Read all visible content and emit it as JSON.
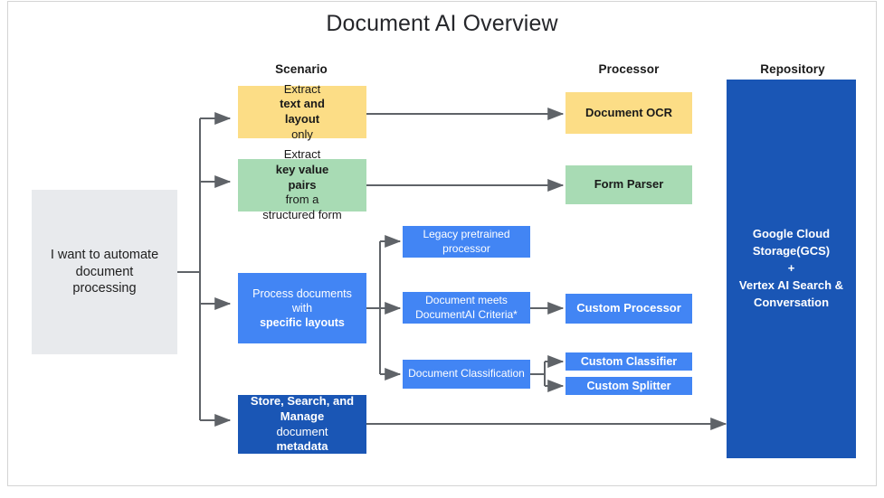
{
  "diagram": {
    "title": "Document AI Overview",
    "type": "flowchart",
    "columns": [
      {
        "key": "scenario",
        "label": "Scenario"
      },
      {
        "key": "processor",
        "label": "Processor"
      },
      {
        "key": "repository",
        "label": "Repository"
      }
    ],
    "colors": {
      "gray": "#e8eaed",
      "yellow": "#fcdd86",
      "green": "#a8dbb4",
      "blue": "#4285f4",
      "dark_blue": "#1a56b5",
      "connector": "#5f6368",
      "frame_border": "#d4d4d4",
      "title_text": "#26272b"
    },
    "nodes": {
      "goal": {
        "lines": [
          "I want to automate",
          "document",
          "processing"
        ]
      },
      "scenario_text_layout": {
        "line1_plain": "Extract ",
        "line1_bold": "text and",
        "line2_bold": "layout",
        "line2_plain": " only"
      },
      "scenario_key_value": {
        "line1_plain": "Extract ",
        "line1_bold": "key value",
        "line2_bold": "pairs",
        "line2_plain": " from a",
        "line3": "structured form"
      },
      "scenario_specific_layouts": {
        "line1": "Process documents",
        "line2_plain": "with ",
        "line2_bold": "specific layouts"
      },
      "scenario_store_search": {
        "line1": "Store, Search, and",
        "line2_bold": "Manage",
        "line2_plain": " document",
        "line3": "metadata"
      },
      "processor_document_ocr": {
        "label": "Document OCR"
      },
      "processor_form_parser": {
        "label": "Form Parser"
      },
      "legacy_pretrained": {
        "line1": "Legacy pretrained",
        "line2": "processor"
      },
      "document_meets_criteria": {
        "line1": "Document meets",
        "line2": "DocumentAI Criteria*"
      },
      "document_classification": {
        "label": "Document Classification"
      },
      "custom_processor": {
        "label": "Custom Processor"
      },
      "custom_classifier": {
        "label": "Custom Classifier"
      },
      "custom_splitter": {
        "label": "Custom Splitter"
      },
      "repository": {
        "line1": "Google Cloud",
        "line2": "Storage(GCS)",
        "line3": "+",
        "line4": "Vertex AI Search &",
        "line5": "Conversation"
      }
    },
    "edges": [
      {
        "from": "goal",
        "to": "scenario_text_layout"
      },
      {
        "from": "goal",
        "to": "scenario_key_value"
      },
      {
        "from": "goal",
        "to": "scenario_specific_layouts"
      },
      {
        "from": "goal",
        "to": "scenario_store_search"
      },
      {
        "from": "scenario_text_layout",
        "to": "processor_document_ocr"
      },
      {
        "from": "scenario_key_value",
        "to": "processor_form_parser"
      },
      {
        "from": "scenario_specific_layouts",
        "to": "legacy_pretrained"
      },
      {
        "from": "scenario_specific_layouts",
        "to": "document_meets_criteria"
      },
      {
        "from": "scenario_specific_layouts",
        "to": "document_classification"
      },
      {
        "from": "document_meets_criteria",
        "to": "custom_processor"
      },
      {
        "from": "document_classification",
        "to": "custom_classifier"
      },
      {
        "from": "document_classification",
        "to": "custom_splitter"
      },
      {
        "from": "scenario_store_search",
        "to": "repository"
      }
    ]
  }
}
